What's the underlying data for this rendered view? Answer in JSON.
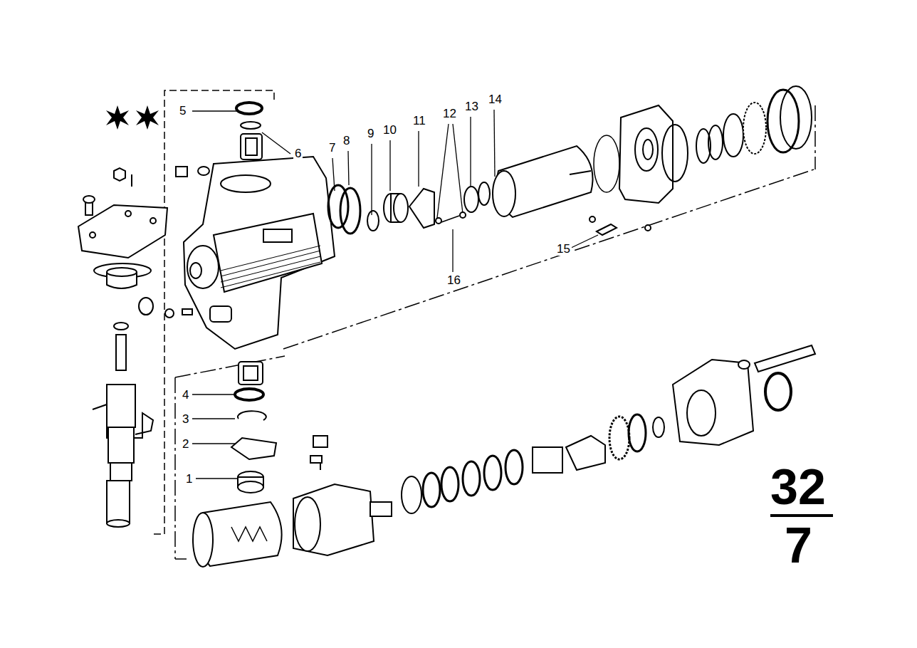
{
  "diagram": {
    "labels": [
      "5",
      "6",
      "7",
      "8",
      "9",
      "10",
      "11",
      "12",
      "13",
      "14",
      "15",
      "16",
      "4",
      "3",
      "2",
      "1",
      "32",
      "7"
    ]
  }
}
